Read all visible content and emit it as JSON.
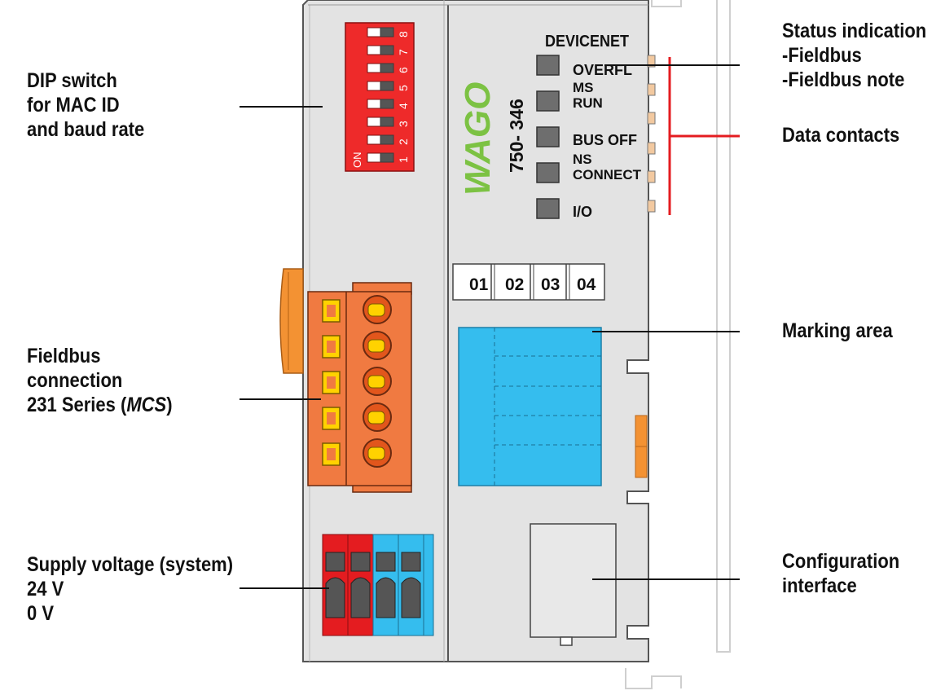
{
  "callouts": {
    "dip": [
      "DIP switch",
      "for MAC ID",
      "and baud rate"
    ],
    "fieldbus_connection": [
      "Fieldbus",
      "connection",
      "231 Series (MCS)"
    ],
    "supply": [
      "Supply voltage (system)",
      "24 V",
      "0 V"
    ],
    "status": [
      "Status indication",
      "-Fieldbus",
      "-Fieldbus note"
    ],
    "data_contacts": [
      "Data contacts"
    ],
    "marking": [
      "Marking area"
    ],
    "config": [
      "Configuration",
      "interface"
    ]
  },
  "device": {
    "bus_name": "DEVICENET",
    "part_number": "750- 346",
    "logo": "WAGO",
    "dip_on_label": "ON",
    "dip_numbers": [
      "8",
      "7",
      "6",
      "5",
      "4",
      "3",
      "2",
      "1"
    ],
    "leds": [
      {
        "label": "OVERFL"
      },
      {
        "label": "MS RUN"
      },
      {
        "label": "BUS OFF"
      },
      {
        "label": "NS CONNECT"
      },
      {
        "label": "I/O"
      }
    ],
    "marker_tabs": [
      "01",
      "02",
      "03",
      "04"
    ]
  },
  "colors": {
    "housing": "#e3e3e3",
    "dip_red": "#ee2a2a",
    "connector_orange": "#f07a41",
    "pin_yellow": "#ffd200",
    "marking_blue": "#35bdee",
    "supply_red": "#e41c20",
    "supply_blue": "#35bdee",
    "data_contact_red": "#e41c20",
    "logo_green": "#7cc243"
  }
}
